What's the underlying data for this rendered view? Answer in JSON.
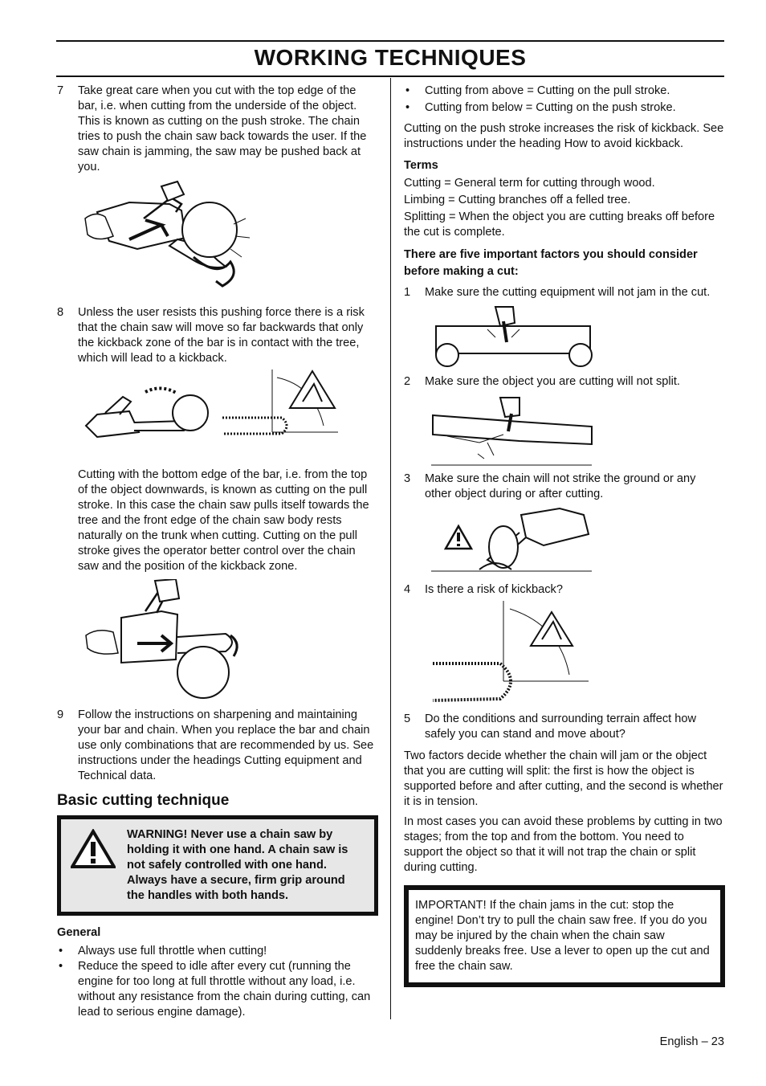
{
  "title": "WORKING TECHNIQUES",
  "left": {
    "item7": {
      "n": "7",
      "text": "Take great care when you cut with the top edge of the bar, i.e. when cutting from the underside of the object. This is known as cutting on the push stroke. The chain tries to push the chain saw back towards the user. If the saw chain is jamming, the saw may be pushed back at you."
    },
    "item8": {
      "n": "8",
      "text": "Unless the user resists this pushing force there is a risk that the chain saw will move so far backwards that only the kickback zone of the bar is in contact with the tree, which will lead to a kickback."
    },
    "pull_stroke": "Cutting with the bottom edge of the bar, i.e. from the top of the object downwards, is known as cutting on the pull stroke. In this case the chain saw pulls itself towards the tree and the front edge of the chain saw body rests naturally on the trunk when cutting. Cutting on the pull stroke gives the operator better control over the chain saw and the position of the kickback zone.",
    "item9": {
      "n": "9",
      "text": "Follow the instructions on sharpening and maintaining your bar and chain. When you replace the bar and chain use only combinations that are recommended by us. See instructions under the headings Cutting equipment and Technical data."
    },
    "heading": "Basic cutting technique",
    "warning": "WARNING! Never use a chain saw by holding it with one hand. A chain saw is not safely controlled with one hand. Always have a secure, firm grip around the handles with both hands.",
    "general_heading": "General",
    "bullets": [
      "Always use full throttle when cutting!",
      "Reduce the speed to idle after every cut (running the engine for too long at full throttle without any load, i.e. without any resistance from the chain during cutting, can lead to serious engine damage)."
    ]
  },
  "right": {
    "bullets": [
      "Cutting from above = Cutting on the pull stroke.",
      "Cutting from below = Cutting on the push stroke."
    ],
    "push_risk": "Cutting on the push stroke increases the risk of kickback. See instructions under the heading How to avoid kickback.",
    "terms_heading": "Terms",
    "terms": [
      "Cutting = General term for cutting through wood.",
      "Limbing = Cutting branches off a felled tree.",
      "Splitting = When the object you are cutting breaks off before the cut is complete."
    ],
    "factors_heading": "There are five important factors you should consider before making a cut:",
    "factors": [
      {
        "n": "1",
        "text": "Make sure the cutting equipment will not jam in the cut."
      },
      {
        "n": "2",
        "text": "Make sure the object you are cutting will not split."
      },
      {
        "n": "3",
        "text": "Make sure the chain will not strike the ground or any other object during or after cutting."
      },
      {
        "n": "4",
        "text": "Is there a risk of kickback?"
      },
      {
        "n": "5",
        "text": "Do the conditions and surrounding terrain affect how safely you can stand and move about?"
      }
    ],
    "two_factors": "Two factors decide whether the chain will jam or the object that you are cutting will split: the first is how the object is supported before and after cutting, and the second is whether it is in tension.",
    "two_stages": "In most cases you can avoid these problems by cutting in two stages; from the top and from the bottom. You need to support the object so that it will not trap the chain or split during cutting.",
    "important": "IMPORTANT! If the chain jams in the cut: stop the engine! Don’t try to pull the chain saw free. If you do you may be injured by the chain when the chain saw suddenly breaks free. Use a lever to open up the cut and free the chain saw."
  },
  "footer": "English – 23",
  "icons": [
    "warning-triangle-icon",
    "kickback-warning-icon"
  ]
}
